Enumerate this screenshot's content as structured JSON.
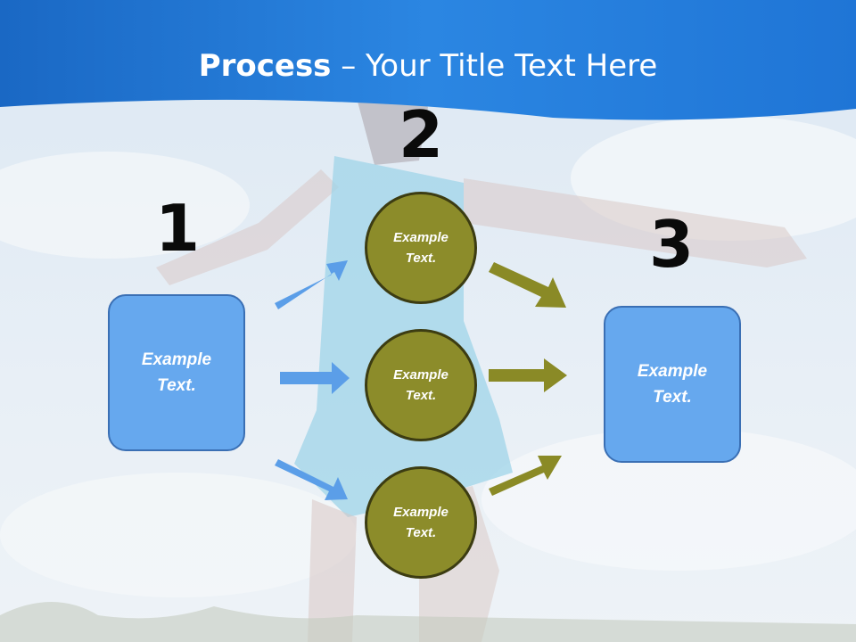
{
  "title": {
    "strong": "Process",
    "rest": " – Your Title Text Here"
  },
  "steps": {
    "one": "1",
    "two": "2",
    "three": "3"
  },
  "left_box": {
    "text": "Example Text."
  },
  "right_box": {
    "text": "Example Text."
  },
  "circles": [
    {
      "text": "Example Text."
    },
    {
      "text": "Example Text."
    },
    {
      "text": "Example Text."
    }
  ],
  "colors": {
    "header_blue": "#1b73d3",
    "box_fill": "#66a8ee",
    "circle_fill": "#8c8c2a",
    "blue_arrow": "#5b9ee8",
    "olive_arrow": "#8a8a26"
  }
}
